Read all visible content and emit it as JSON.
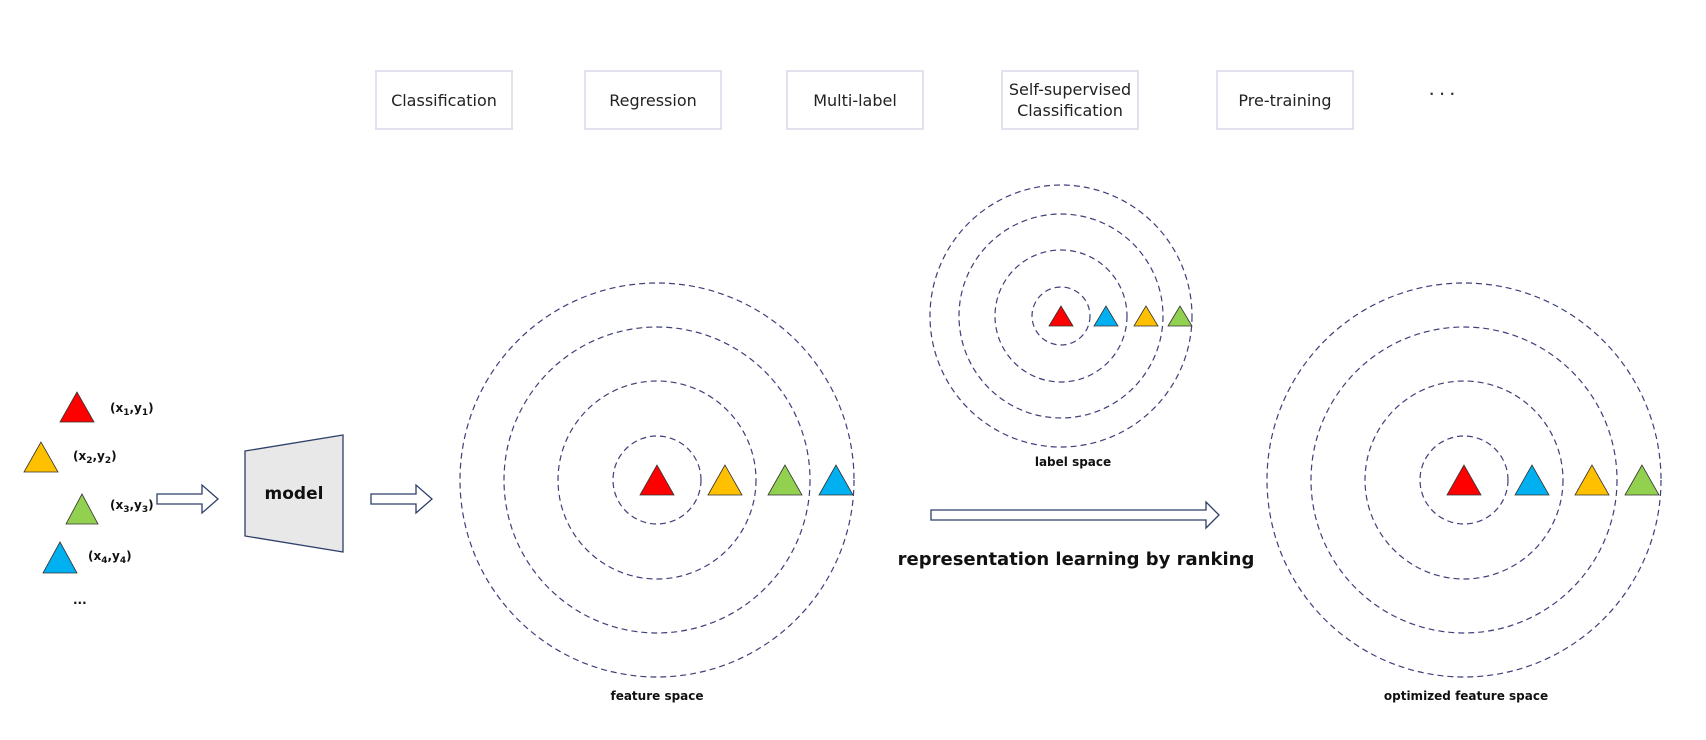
{
  "tasks": [
    "Classification",
    "Regression",
    "Multi-label",
    "Self-supervised\nClassification",
    "Pre-training"
  ],
  "tasks_ellipsis": "···",
  "inputs": {
    "samples": [
      {
        "sub1": "1",
        "color": "red"
      },
      {
        "sub1": "2",
        "color": "orange"
      },
      {
        "sub1": "3",
        "color": "green"
      },
      {
        "sub1": "4",
        "color": "blue"
      }
    ],
    "more": "..."
  },
  "model_label": "model",
  "feature_space_label": "feature space",
  "label_space_label": "label space",
  "optimized_label": "optimized feature space",
  "method_label": "representation learning  by ranking",
  "feature_order": [
    "red",
    "orange",
    "green",
    "blue"
  ],
  "label_order": [
    "red",
    "blue",
    "orange",
    "green"
  ],
  "optimized_order": [
    "red",
    "blue",
    "orange",
    "green"
  ],
  "colors": {
    "red": "#ff0000",
    "orange": "#ffc000",
    "green": "#92d050",
    "blue": "#00b0f0",
    "circle": "#3f3f7a",
    "box_border": "#e2e2ee",
    "model_fill": "#e8e8e8",
    "arrow_stroke": "#2f3f6a"
  }
}
